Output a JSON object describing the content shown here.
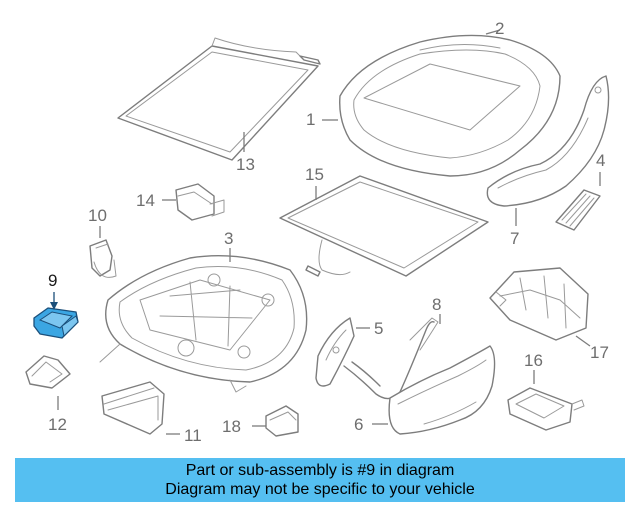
{
  "callouts": {
    "c1": "1",
    "c2": "2",
    "c3": "3",
    "c4": "4",
    "c5": "5",
    "c6": "6",
    "c7": "7",
    "c8": "8",
    "c9": "9",
    "c10": "10",
    "c11": "11",
    "c12": "12",
    "c13": "13",
    "c14": "14",
    "c15": "15",
    "c16": "16",
    "c17": "17",
    "c18": "18"
  },
  "highlight": {
    "part": "9",
    "color": "#3ba6e3"
  },
  "banner": {
    "line1": "Part or sub-assembly is #9 in diagram",
    "line2": "Diagram may not be specific to your vehicle",
    "color": "#55bff1"
  }
}
